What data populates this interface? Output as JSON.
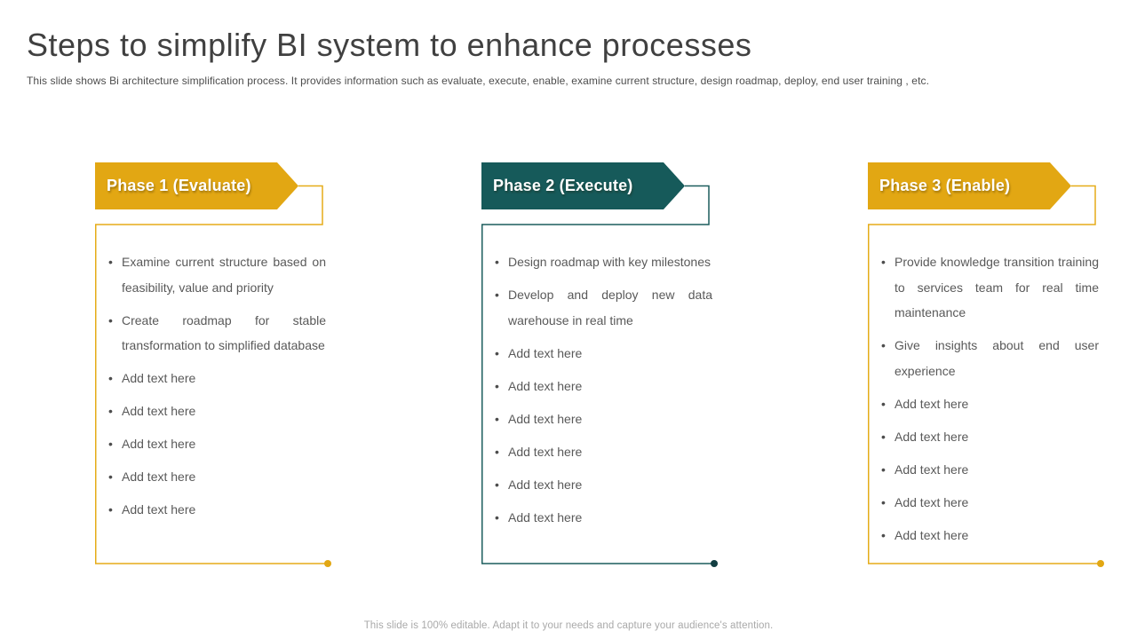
{
  "slide": {
    "title": "Steps to simplify BI system to enhance processes",
    "subtitle": "This slide shows Bi architecture simplification process. It provides information such as evaluate, execute, enable, examine current structure, design roadmap, deploy, end user training , etc.",
    "footer": "This slide is 100% editable. Adapt it to your needs and capture your audience's attention."
  },
  "colors": {
    "accent_yellow": "#E2A713",
    "accent_teal": "#165A5A",
    "body_text": "#595959",
    "title_text": "#404040",
    "footer_text": "#A9A9A9"
  },
  "phases": [
    {
      "label": "Phase 1 (Evaluate)",
      "banner_color": "#E2A713",
      "line_color": "#E5AC18",
      "dot_color": "#E2A713",
      "bullets": [
        "Examine current structure based on feasibility, value and priority",
        "Create roadmap for stable transformation to simplified database",
        "Add text here",
        "Add text here",
        "Add text here",
        "Add text here",
        "Add text here"
      ]
    },
    {
      "label": "Phase 2 (Execute)",
      "banner_color": "#165A5A",
      "line_color": "#1C5D5D",
      "dot_color": "#123E42",
      "bullets": [
        "Design roadmap with key milestones",
        "Develop and deploy new data warehouse in real time",
        "Add text here",
        "Add text here",
        "Add text here",
        "Add text here",
        "Add text here",
        "Add text here"
      ]
    },
    {
      "label": "Phase 3 (Enable)",
      "banner_color": "#E2A713",
      "line_color": "#E5AC18",
      "dot_color": "#E2A713",
      "bullets": [
        "Provide knowledge transition training to services team for real time maintenance",
        "Give insights about end user experience",
        "Add text here",
        "Add text here",
        "Add text here",
        "Add text here",
        "Add text here"
      ]
    }
  ]
}
